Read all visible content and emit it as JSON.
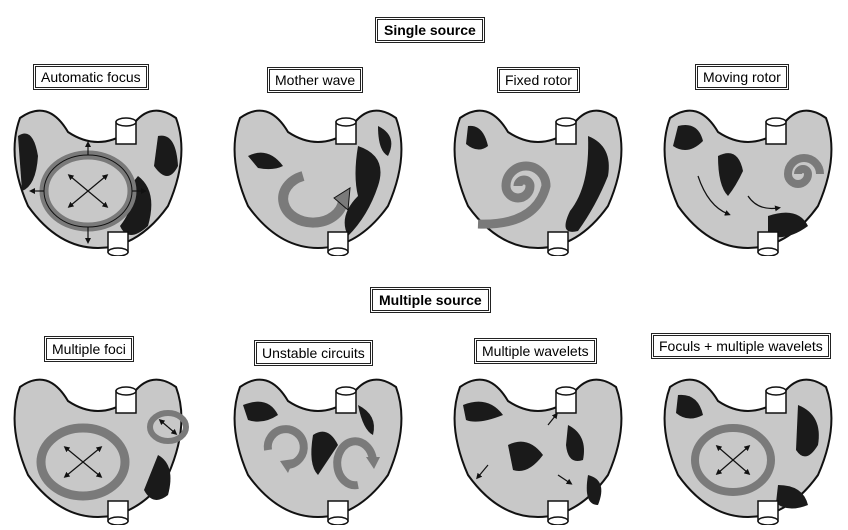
{
  "sections": {
    "single_source": "Single source",
    "multiple_source": "Multiple source"
  },
  "panels": [
    {
      "label": "Automatic focus"
    },
    {
      "label": "Mother wave"
    },
    {
      "label": "Fixed rotor"
    },
    {
      "label": "Moving rotor"
    },
    {
      "label": "Multiple foci"
    },
    {
      "label": "Unstable circuits"
    },
    {
      "label": "Multiple wavelets"
    },
    {
      "label": "Foculs + multiple wavelets"
    }
  ],
  "colors": {
    "atrium_fill": "#c8c8c8",
    "outline": "#111111",
    "scar": "#1a1a1a",
    "wave": "#7a7a7a"
  }
}
